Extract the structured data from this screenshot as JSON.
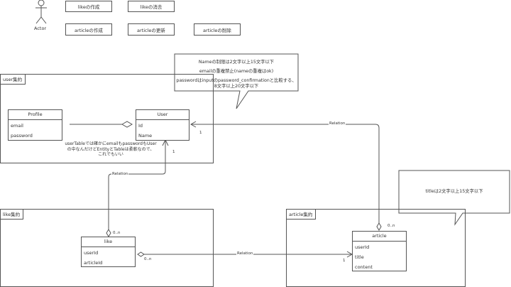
{
  "actor": {
    "label": "Actor"
  },
  "usecases": [
    {
      "label": "likeの作成"
    },
    {
      "label": "likeの消去"
    },
    {
      "label": "articleの作成"
    },
    {
      "label": "articleの更新"
    },
    {
      "label": "articleの削除"
    }
  ],
  "packages": {
    "user": {
      "label": "user集約"
    },
    "like": {
      "label": "like集約"
    },
    "article": {
      "label": "article集約"
    }
  },
  "classes": {
    "profile": {
      "name": "Profile",
      "attributes": [
        "email",
        "password"
      ]
    },
    "user": {
      "name": "User",
      "attributes": [
        "Id",
        "Name"
      ]
    },
    "like": {
      "name": "like",
      "attributes": [
        "userId",
        "articleId"
      ]
    },
    "article": {
      "name": "article",
      "attributes": [
        "userId",
        "title",
        "content"
      ]
    }
  },
  "notes": {
    "user_rules": {
      "line1": "Nameの制限は2文字以上15文字以下",
      "line2": "emailの重複禁止(nameの重複はok)",
      "line3": "passwordはinputのpassword_confirmationと比較する、",
      "line4": "8文字以上20文字以下"
    },
    "article_rules": {
      "line1": "titleは2文字以上15文字以下"
    },
    "user_table_comment": {
      "line1": "userTableでは確かにemailもpasswordもUser",
      "line2": "の中なんだけどEntityとTableは柔軟なので、",
      "line3": "これでもいい"
    }
  },
  "relations": {
    "article_user": {
      "label": "Relation",
      "from_mult": "0..n",
      "to_mult": "1"
    },
    "like_user": {
      "label": "Relation",
      "from_mult": "0..n",
      "to_mult": "1"
    },
    "like_article": {
      "label": "Relation",
      "from_mult": "0..n",
      "to_mult": "1"
    }
  }
}
